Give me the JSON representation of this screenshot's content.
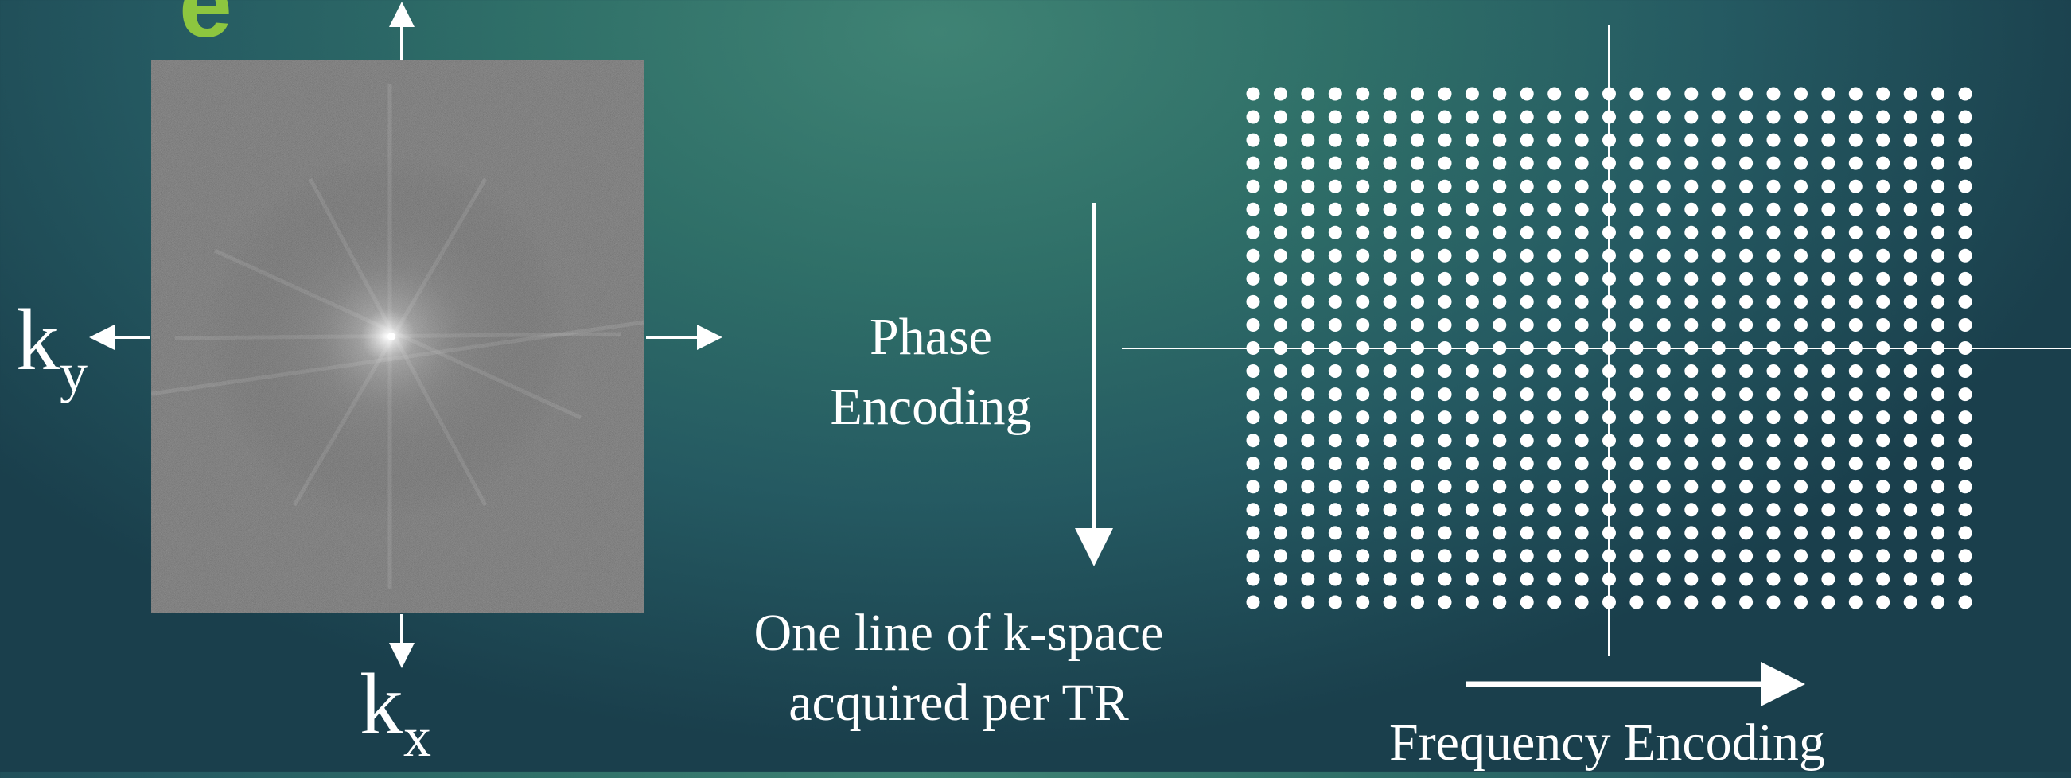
{
  "title_fragment": "e",
  "kspace_image": {
    "axis_y": {
      "main": "k",
      "sub": "y"
    },
    "axis_x": {
      "main": "k",
      "sub": "x"
    }
  },
  "phase_encoding": {
    "line1": "Phase",
    "line2": "Encoding"
  },
  "acquisition_caption": {
    "line1": "One line of k-space",
    "line2": "acquired per TR"
  },
  "frequency_encoding": "Frequency Encoding",
  "grid": {
    "rows": 23,
    "cols": 27
  },
  "colors": {
    "dots": "#ffffff",
    "accent": "#8dc63f"
  }
}
